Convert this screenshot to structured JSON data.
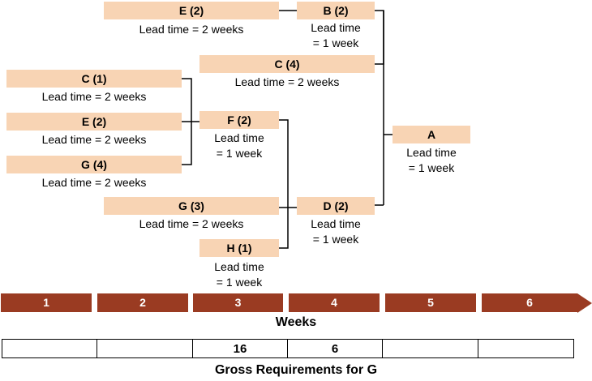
{
  "nodes": {
    "e2_top": {
      "label": "E (2)",
      "lead": "Lead time = 2 weeks"
    },
    "b2": {
      "label": "B (2)",
      "lead1": "Lead time",
      "lead2": "= 1 week"
    },
    "c4": {
      "label": "C (4)",
      "lead": "Lead time = 2 weeks"
    },
    "c1": {
      "label": "C (1)",
      "lead": "Lead time = 2 weeks"
    },
    "e2_left": {
      "label": "E (2)",
      "lead": "Lead time = 2 weeks"
    },
    "g4": {
      "label": "G (4)",
      "lead": "Lead time = 2 weeks"
    },
    "f2": {
      "label": "F (2)",
      "lead1": "Lead time",
      "lead2": "= 1 week"
    },
    "a": {
      "label": "A",
      "lead1": "Lead time",
      "lead2": "= 1 week"
    },
    "g3": {
      "label": "G (3)",
      "lead": "Lead time = 2 weeks"
    },
    "d2": {
      "label": "D (2)",
      "lead1": "Lead time",
      "lead2": "= 1 week"
    },
    "h1": {
      "label": "H (1)",
      "lead1": "Lead time",
      "lead2": "= 1 week"
    }
  },
  "weeks": [
    "1",
    "2",
    "3",
    "4",
    "5",
    "6"
  ],
  "weeks_label": "Weeks",
  "gross": [
    "",
    "",
    "16",
    "6",
    "",
    ""
  ],
  "gross_label": "Gross Requirements for G",
  "colors": {
    "component_fill": "#f8d4b4",
    "timeline_fill": "#9a3b22",
    "connector": "#000000"
  }
}
